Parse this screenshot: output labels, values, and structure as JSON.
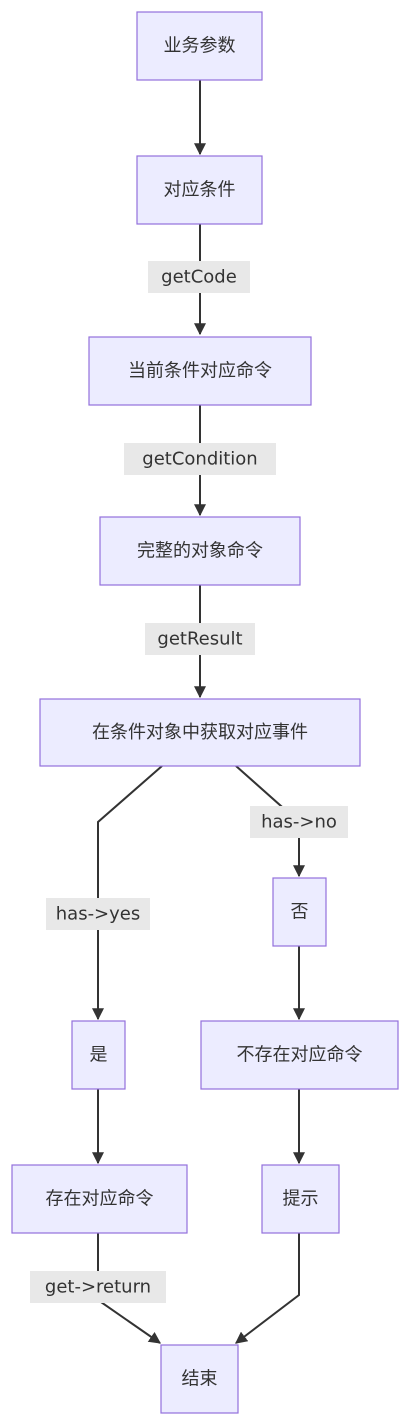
{
  "nodes": {
    "n1": "业务参数",
    "n2": "对应条件",
    "n3": "当前条件对应命令",
    "n4": "完整的对象命令",
    "n5": "在条件对象中获取对应事件",
    "n6": "否",
    "n7": "是",
    "n8": "不存在对应命令",
    "n9": "存在对应命令",
    "n10": "提示",
    "n11": "结束"
  },
  "edges": {
    "e2": "getCode",
    "e3": "getCondition",
    "e4": "getResult",
    "e5": "has->no",
    "e6": "has->yes",
    "e10": "get->return"
  },
  "colors": {
    "node_fill": "#ECECFF",
    "node_stroke": "#9370DB",
    "line": "#333333",
    "label_bg": "#E8E8E8"
  }
}
